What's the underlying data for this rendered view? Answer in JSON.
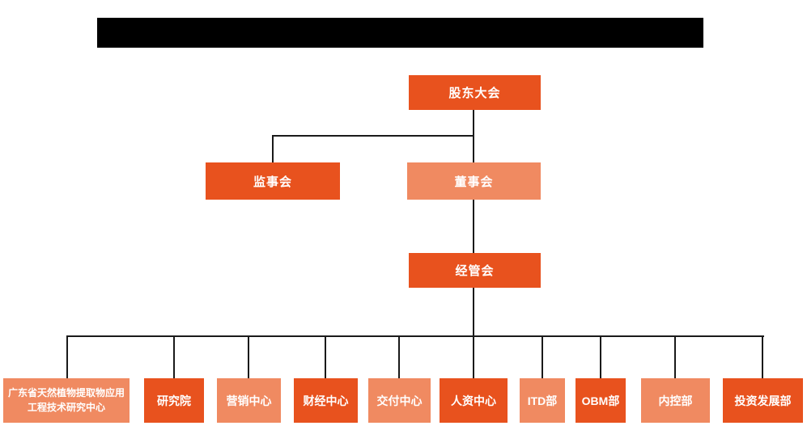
{
  "title_bar": {
    "redacted": true,
    "label": ""
  },
  "colors": {
    "primary": "#E8521E",
    "secondary": "#F08A61",
    "line": "#1A1A1A",
    "redaction": "#000000",
    "text": "#FFFFFF",
    "background": "#FFFFFF"
  },
  "chart_data": {
    "type": "org-chart",
    "root": "股东大会",
    "edges": [
      [
        "股东大会",
        "监事会"
      ],
      [
        "股东大会",
        "董事会"
      ],
      [
        "董事会",
        "经管会"
      ],
      [
        "经管会",
        "广东省天然植物提取物应用工程技术研究中心"
      ],
      [
        "经管会",
        "研究院"
      ],
      [
        "经管会",
        "营销中心"
      ],
      [
        "经管会",
        "财经中心"
      ],
      [
        "经管会",
        "交付中心"
      ],
      [
        "经管会",
        "人资中心"
      ],
      [
        "经管会",
        "ITD部"
      ],
      [
        "经管会",
        "OBM部"
      ],
      [
        "经管会",
        "内控部"
      ],
      [
        "经管会",
        "投资发展部"
      ]
    ]
  },
  "nodes": {
    "shareholders": {
      "label": "股东大会"
    },
    "supervisory": {
      "label": "监事会"
    },
    "board": {
      "label": "董事会"
    },
    "management": {
      "label": "经管会"
    }
  },
  "departments": [
    {
      "label": "广东省天然植物提取物应用工程技术研究中心"
    },
    {
      "label": "研究院"
    },
    {
      "label": "营销中心"
    },
    {
      "label": "财经中心"
    },
    {
      "label": "交付中心"
    },
    {
      "label": "人资中心"
    },
    {
      "label": "ITD部"
    },
    {
      "label": "OBM部"
    },
    {
      "label": "内控部"
    },
    {
      "label": "投资发展部"
    }
  ]
}
